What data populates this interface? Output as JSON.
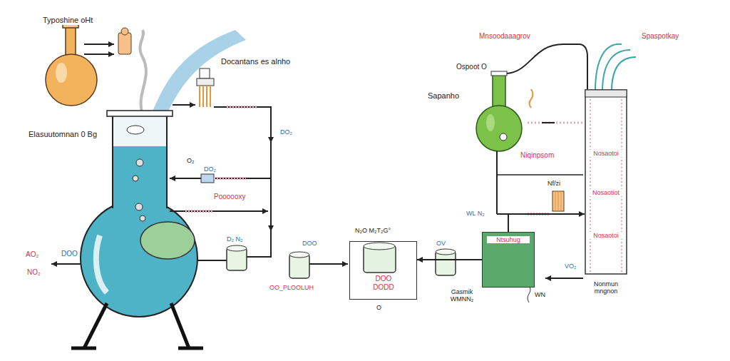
{
  "diagram": {
    "nodes": [
      {
        "text": [
          "DOO DODD"
        ]
      },
      {
        "text": [
          "Ntsuhug"
        ]
      },
      {
        "text": [
          "Nosaotoi",
          "Nosaotiot",
          "Nosaotoi",
          "Nonmun mngnon"
        ]
      }
    ],
    "edges": [
      {
        "from": 1,
        "to": 0,
        "arrow": "to"
      },
      {
        "from": 1,
        "to": 2,
        "arrow": "to"
      }
    ],
    "labels": [
      "Typoshine oHt",
      "Docantans es alnho",
      "Elasuutomnan 0 Bg",
      "O₂",
      "DO₂",
      "DO₂",
      "Poooooxy",
      "AO₂",
      "DOO",
      "NO₂",
      "D₂ N₂",
      "DOO",
      "OO_PLOOLUH",
      "N₂O M₂T₂G°",
      "O",
      "OV",
      "Gasmik WMNN₂",
      "WN",
      "Sapanho",
      "Ospoot O",
      "Mnsoodaaagrov",
      "Spaspotkay",
      "Niqinpsom",
      "WL N₂",
      "Nf/zi",
      "VO₂"
    ]
  }
}
